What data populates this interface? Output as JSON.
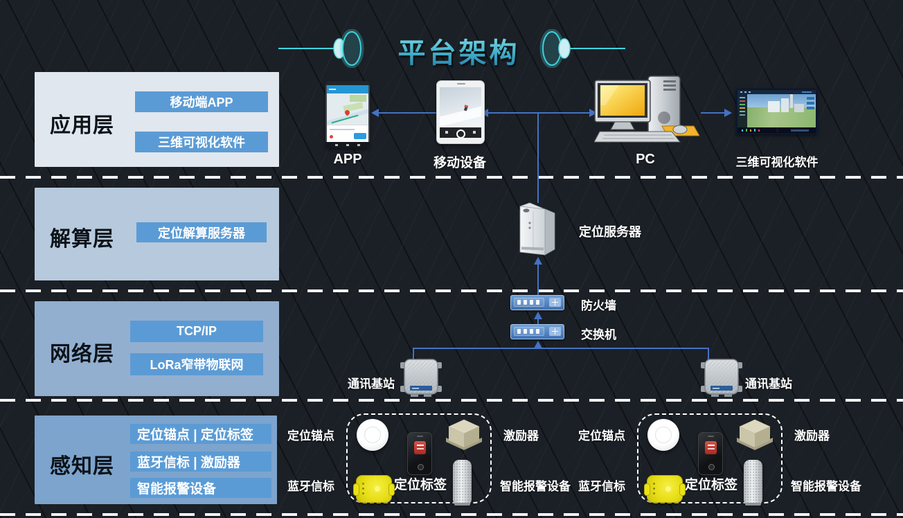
{
  "title": "平台架构",
  "layers": [
    {
      "name": "应用层",
      "items": [
        "移动端APP",
        "三维可视化软件"
      ]
    },
    {
      "name": "解算层",
      "items": [
        "定位解算服务器"
      ]
    },
    {
      "name": "网络层",
      "items": [
        "TCP/IP",
        "LoRa窄带物联网"
      ]
    },
    {
      "name": "感知层",
      "items": [
        "定位锚点 | 定位标签",
        "蓝牙信标 | 激励器",
        "智能报警设备"
      ]
    }
  ],
  "nodes": {
    "app": "APP",
    "mobile": "移动设备",
    "pc": "PC",
    "viz": "三维可视化软件",
    "server": "定位服务器",
    "firewall": "防火墙",
    "switch": "交换机",
    "base_station_left": "通讯基站",
    "base_station_right": "通讯基站"
  },
  "sensor_groups": [
    {
      "anchor": "定位锚点",
      "beacon": "蓝牙信标",
      "tag": "定位标签",
      "exciter": "激励器",
      "alarm": "智能报警设备"
    },
    {
      "anchor": "定位锚点",
      "beacon": "蓝牙信标",
      "tag": "定位标签",
      "exciter": "激励器",
      "alarm": "智能报警设备"
    }
  ],
  "colors": {
    "accent_blue": "#5b9bd5",
    "line_blue": "#4472c4",
    "title_cyan": "#46b4cd",
    "panel_app": "#e1e7ee",
    "panel_compute": "#b7c9dc",
    "panel_network": "#92afd0",
    "panel_sense": "#7da4cd"
  }
}
